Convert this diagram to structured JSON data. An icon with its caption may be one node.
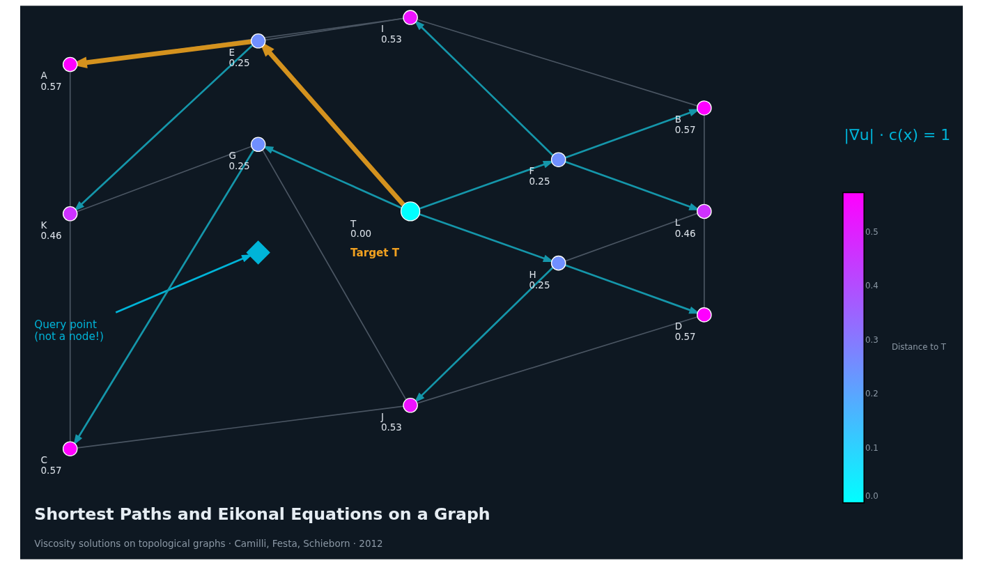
{
  "diagram": {
    "title": "Shortest Paths and Eikonal Equations on a Graph",
    "caption": "Viscosity solutions on topological graphs · Camilli, Festa, Schieborn · 2012",
    "nodes": [
      {
        "text": [
          "A",
          "0.57"
        ]
      },
      {
        "text": [
          "B",
          "0.57"
        ]
      },
      {
        "text": [
          "I",
          "0.53"
        ]
      },
      {
        "text": [
          "E",
          "0.25"
        ]
      },
      {
        "text": [
          "F",
          "0.25"
        ]
      },
      {
        "text": [
          "Query point (not a node!)"
        ]
      },
      {
        "text": [
          "K",
          "0.46"
        ]
      },
      {
        "text": [],
        "shape": "diamond"
      },
      {
        "text": [
          "T",
          "0.00"
        ],
        "beside": [
          "Target T"
        ]
      },
      {
        "text": [
          "L",
          "0.46"
        ]
      },
      {
        "text": [
          "G",
          "0.25"
        ]
      },
      {
        "text": [
          "H",
          "0.25"
        ]
      },
      {
        "text": [
          "J",
          "0.53"
        ]
      },
      {
        "text": [
          "C",
          "0.57"
        ]
      },
      {
        "text": [
          "D",
          "0.57"
        ]
      }
    ],
    "edges": [
      {
        "from": 0,
        "to": 2,
        "arrow": "none"
      },
      {
        "from": 2,
        "to": 1,
        "arrow": "none"
      },
      {
        "from": 0,
        "to": 6,
        "arrow": "none"
      },
      {
        "from": 3,
        "to": 2,
        "arrow": "none"
      },
      {
        "from": 1,
        "to": 9,
        "arrow": "none"
      },
      {
        "from": 6,
        "to": 10,
        "arrow": "none"
      },
      {
        "from": 10,
        "to": 12,
        "arrow": "none"
      },
      {
        "from": 11,
        "to": 9,
        "arrow": "none"
      },
      {
        "from": 6,
        "to": 13,
        "arrow": "none"
      },
      {
        "from": 13,
        "to": 12,
        "arrow": "none"
      },
      {
        "from": 12,
        "to": 14,
        "arrow": "none"
      },
      {
        "from": 9,
        "to": 14,
        "arrow": "none"
      },
      {
        "from": 8,
        "to": 4,
        "arrow": "to",
        "color": "#1596aa"
      },
      {
        "from": 4,
        "to": 1,
        "arrow": "to",
        "color": "#1596aa"
      },
      {
        "from": 4,
        "to": 2,
        "arrow": "to",
        "color": "#1596aa"
      },
      {
        "from": 4,
        "to": 9,
        "arrow": "to",
        "color": "#1596aa"
      },
      {
        "from": 8,
        "to": 11,
        "arrow": "to",
        "color": "#1596aa"
      },
      {
        "from": 11,
        "to": 12,
        "arrow": "to",
        "color": "#1596aa"
      },
      {
        "from": 11,
        "to": 14,
        "arrow": "to",
        "color": "#1596aa"
      },
      {
        "from": 8,
        "to": 10,
        "arrow": "to",
        "color": "#1596aa"
      },
      {
        "from": 10,
        "to": 13,
        "arrow": "to",
        "color": "#1596aa"
      },
      {
        "from": 3,
        "to": 6,
        "arrow": "to",
        "color": "#1596aa"
      },
      {
        "from": 8,
        "to": 3,
        "arrow": "to",
        "style": "thick",
        "color": "#d4921e"
      },
      {
        "from": 3,
        "to": 0,
        "arrow": "to",
        "style": "thick",
        "color": "#d4921e"
      },
      {
        "from": 5,
        "to": 7,
        "arrow": "to",
        "color": "#00b4d8"
      }
    ],
    "labels": [
      "|∇u| · c(x) = 1",
      "0.5",
      "0.4",
      "0.3",
      "0.2",
      "0.1",
      "0.0",
      "Distance to T"
    ]
  }
}
